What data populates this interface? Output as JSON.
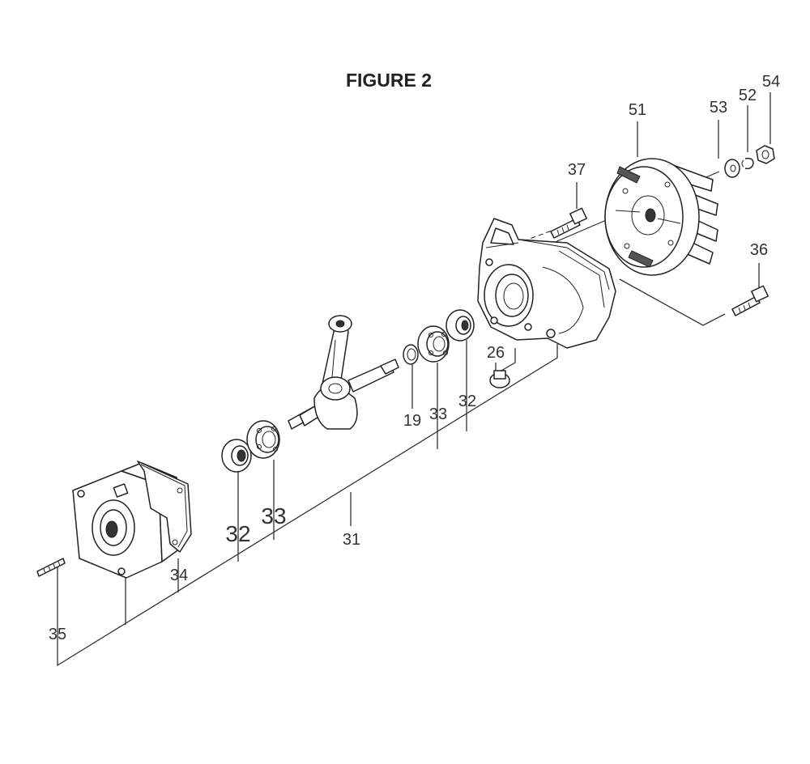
{
  "figure_title": "FIGURE 2",
  "callouts": {
    "p19": "19",
    "p26": "26",
    "p31": "31",
    "p32_left": "32",
    "p32_right": "32",
    "p33_left": "33",
    "p33_right": "33",
    "p34": "34",
    "p35": "35",
    "p36": "36",
    "p37": "37",
    "p51": "51",
    "p52": "52",
    "p53": "53",
    "p54": "54"
  }
}
